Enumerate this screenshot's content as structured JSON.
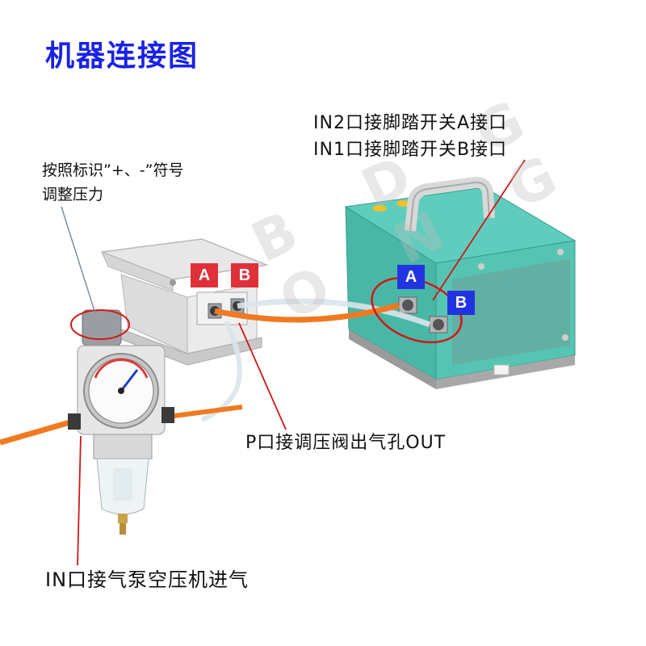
{
  "title": "机器连接图",
  "watermark": "B  D  G  O  N  G",
  "tags": {
    "pedal_a": "A",
    "pedal_b": "B",
    "machine_a": "A",
    "machine_b": "B"
  },
  "annotations": {
    "regulator_line1": "按照标识”+、-”符号",
    "regulator_line2": "调整压力",
    "machine_line1": "IN2口接脚踏开关A接口",
    "machine_line2": "IN1口接脚踏开关B接口",
    "p_port": "P口接调压阀出气孔OUT",
    "in_port": "IN口接气泵空压机进气"
  },
  "colors": {
    "title": "#1a22e6",
    "tag_red": "#e0303a",
    "tag_blue": "#2234e0",
    "machine_body": "#4cbfae",
    "air_hose": "#f07a22",
    "callout": "#d01818"
  }
}
